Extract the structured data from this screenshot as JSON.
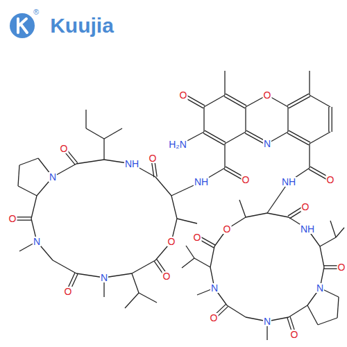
{
  "diagram": {
    "labels": [
      "Kuujia",
      "®",
      "O",
      "H₂N",
      "O",
      "N",
      "O",
      "NH",
      "O",
      "NH",
      "O",
      "NH",
      "O",
      "N",
      "O",
      "N",
      "O",
      "N",
      "O",
      "O",
      "O",
      "NH",
      "O",
      "N",
      "O",
      "N",
      "O",
      "N",
      "O",
      "O"
    ]
  }
}
